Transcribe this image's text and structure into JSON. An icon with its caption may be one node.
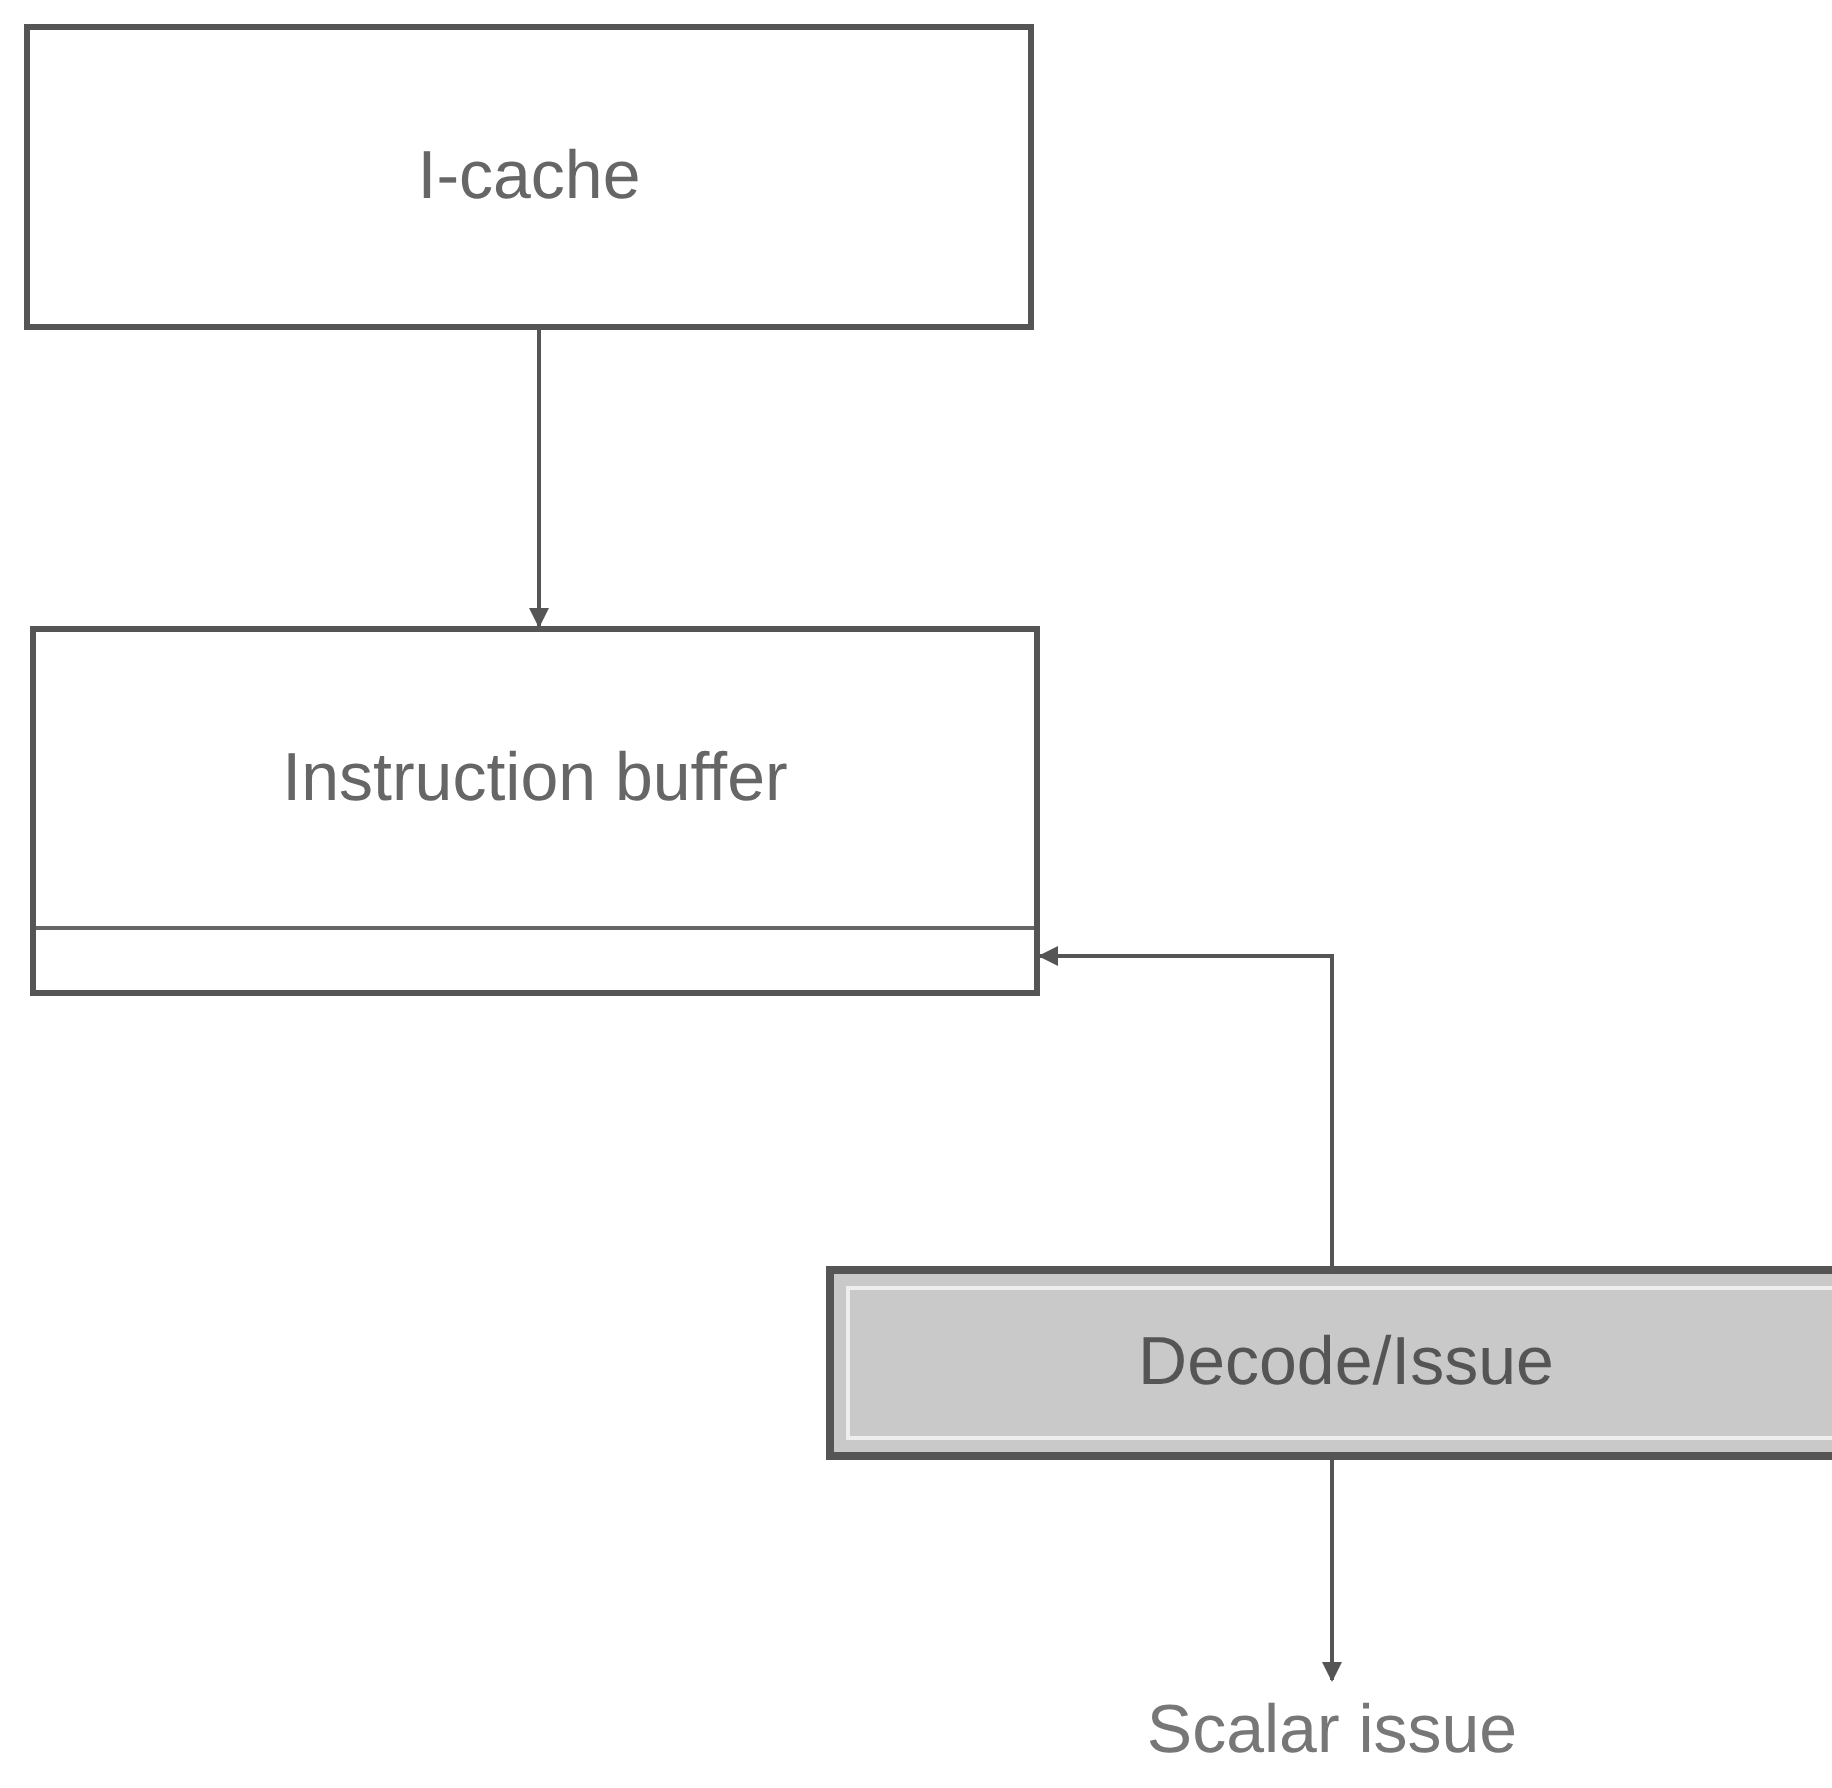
{
  "diagram": {
    "nodes": [
      {
        "text": [
          "I-cache"
        ]
      },
      {
        "text": [
          "Instruction buffer"
        ]
      },
      {
        "text": [
          "Decode/Issue"
        ]
      },
      {
        "text": [
          "Scalar issue"
        ]
      }
    ],
    "edges": [
      {
        "from": 0,
        "to": 1,
        "arrow": "to"
      },
      {
        "from": 2,
        "to": 1,
        "arrow": "to"
      },
      {
        "from": 2,
        "to": 3,
        "arrow": "to"
      }
    ]
  }
}
